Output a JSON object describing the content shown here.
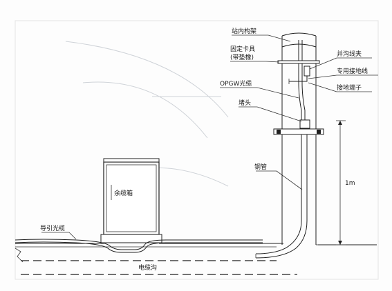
{
  "labels": {
    "frame": "站内构架",
    "fixed_clamp_l1": "固定卡具",
    "fixed_clamp_l2": "(带垫橡)",
    "parallel_clamp": "并沟线夹",
    "ground_wire": "专用接地线",
    "ground_terminal": "接地端子",
    "opgw_cable": "OPGW光缆",
    "connector": "堵头",
    "steel_pipe": "钢管",
    "height": "1m",
    "cabinet": "余缆箱",
    "lead_cable": "导引光缆",
    "cable_trench": "电缆沟"
  },
  "colors": {
    "line": "#1f1f1f",
    "ghost": "#cfd3d8",
    "background": "#fdfdfd"
  }
}
